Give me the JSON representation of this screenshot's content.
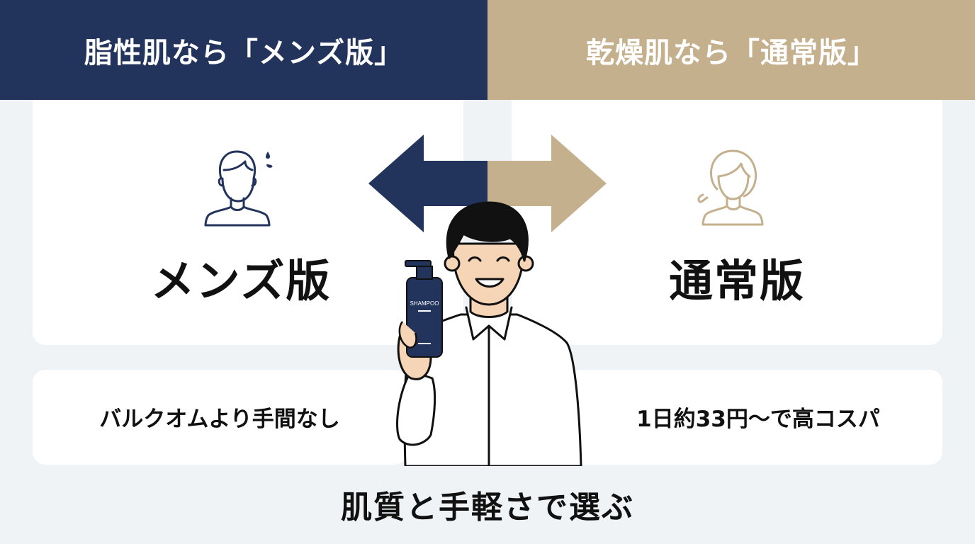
{
  "colors": {
    "navy": "#23345c",
    "tan": "#c5b08e",
    "background": "#eff3f6",
    "card": "#ffffff",
    "text": "#111111"
  },
  "header": {
    "left_title": "脂性肌なら「メンズ版」",
    "right_title": "乾燥肌なら「通常版」"
  },
  "left_card": {
    "icon": "man-sweat-icon",
    "label": "メンズ版",
    "note": "バルクオムより手間なし"
  },
  "right_card": {
    "icon": "woman-dry-icon",
    "label": "通常版",
    "note": "1日約33円〜で高コスパ"
  },
  "center": {
    "arrow": "double-arrow-icon",
    "illustration": "smiling-man-holding-shampoo",
    "bottle_label": "SHAMPOO"
  },
  "footer": {
    "tagline": "肌質と手軽さで選ぶ"
  }
}
